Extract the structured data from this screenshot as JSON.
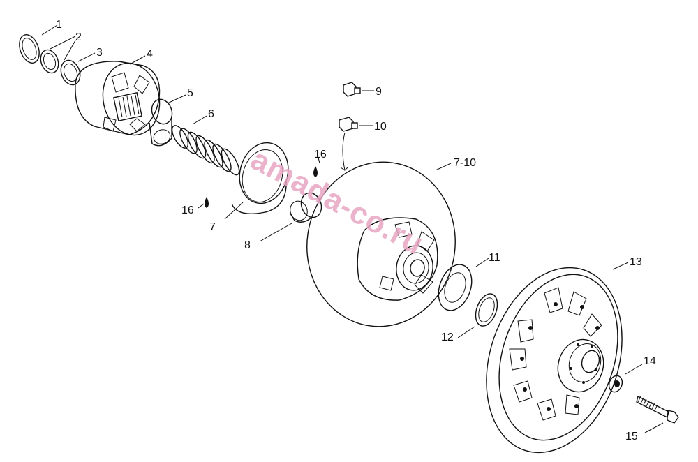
{
  "watermark": "amada-co.ru",
  "labels": {
    "l1": "1",
    "l2": "2",
    "l3": "3",
    "l4": "4",
    "l5": "5",
    "l6": "6",
    "l7": "7",
    "l8": "8",
    "l9": "9",
    "l10": "10",
    "l710": "7-10",
    "l11": "11",
    "l12": "12",
    "l13": "13",
    "l14": "14",
    "l15": "15",
    "l16a": "16",
    "l16b": "16"
  },
  "colors": {
    "line": "#111111",
    "watermark": "#e8a6c3",
    "background": "#ffffff"
  }
}
